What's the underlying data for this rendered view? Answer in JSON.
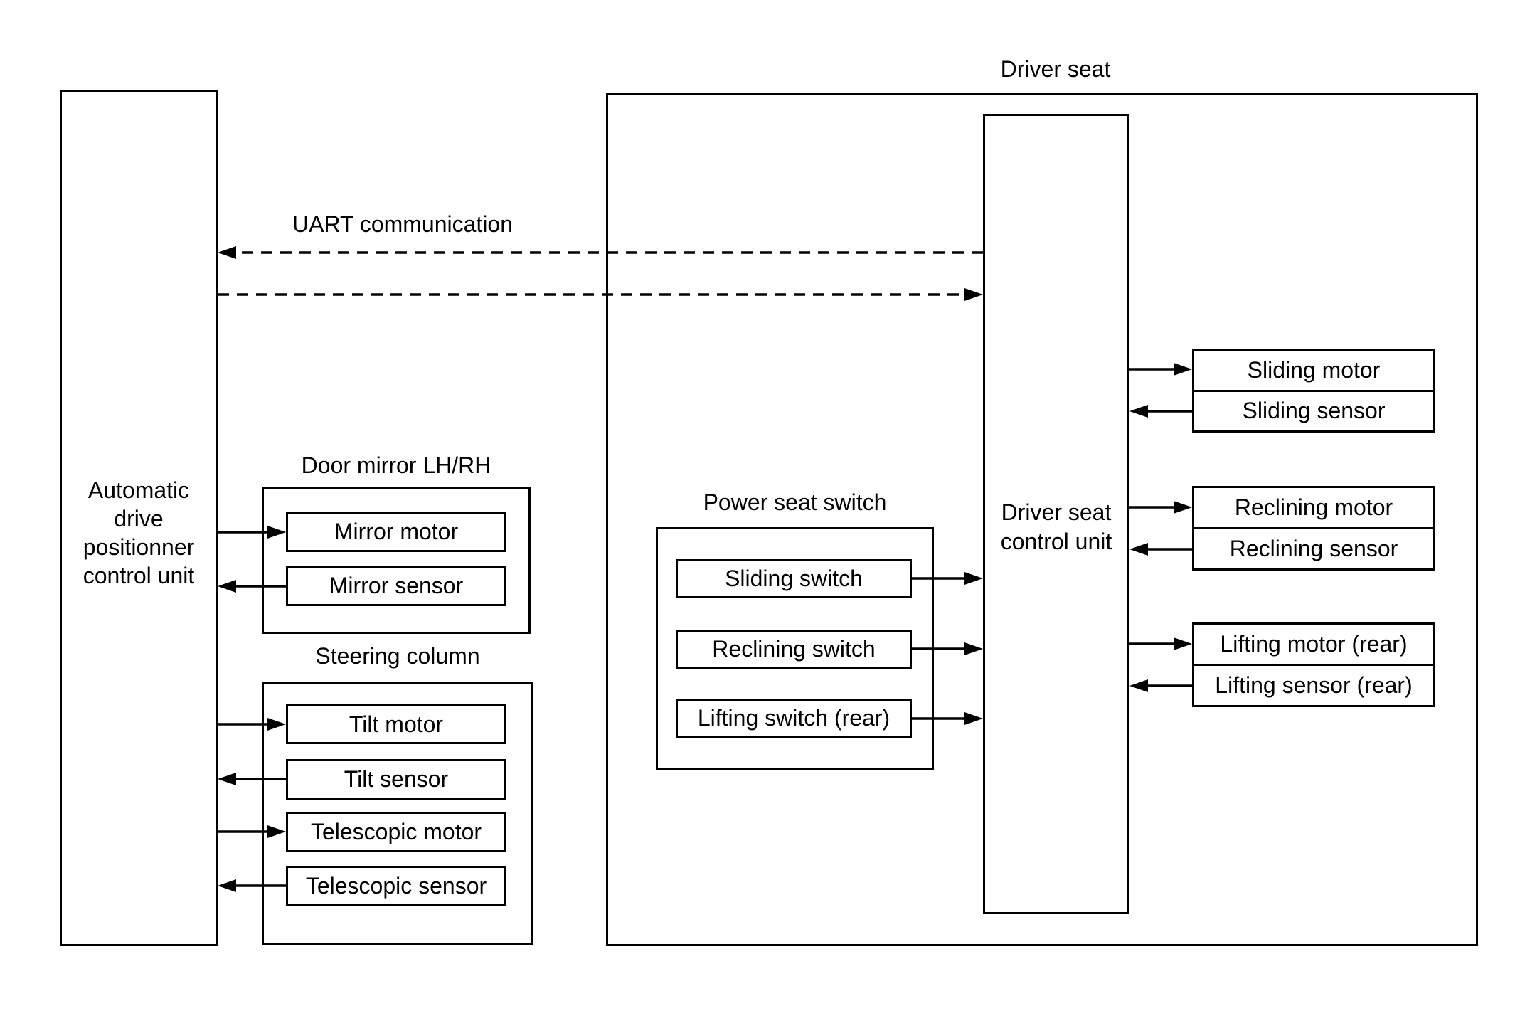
{
  "diagram": {
    "colors": {
      "line": "#000000",
      "background": "#ffffff"
    },
    "driver_seat_area_label": "Driver seat",
    "uart_label": "UART communication",
    "left_unit_label": "Automatic\ndrive\npositionner\ncontrol unit",
    "control_unit_label": "Driver seat\ncontrol unit",
    "door_mirror": {
      "title": "Door mirror LH/RH",
      "motor": "Mirror motor",
      "sensor": "Mirror sensor"
    },
    "steering_column": {
      "title": "Steering column",
      "tilt_motor": "Tilt motor",
      "tilt_sensor": "Tilt sensor",
      "telescopic_motor": "Telescopic motor",
      "telescopic_sensor": "Telescopic sensor"
    },
    "power_seat_switch": {
      "title": "Power seat switch",
      "sliding": "Sliding switch",
      "reclining": "Reclining switch",
      "lifting": "Lifting switch (rear)"
    },
    "actuators": {
      "sliding_motor": "Sliding motor",
      "sliding_sensor": "Sliding sensor",
      "reclining_motor": "Reclining motor",
      "reclining_sensor": "Reclining sensor",
      "lifting_motor": "Lifting motor (rear)",
      "lifting_sensor": "Lifting sensor (rear)"
    },
    "connections": [
      {
        "from": "driver-seat-control-unit",
        "to": "automatic-drive-positionner-control-unit",
        "label": "UART communication",
        "style": "dashed"
      },
      {
        "from": "automatic-drive-positionner-control-unit",
        "to": "driver-seat-control-unit",
        "label": "UART communication",
        "style": "dashed"
      },
      {
        "from": "automatic-drive-positionner-control-unit",
        "to": "mirror-motor",
        "style": "solid"
      },
      {
        "from": "mirror-sensor",
        "to": "automatic-drive-positionner-control-unit",
        "style": "solid"
      },
      {
        "from": "automatic-drive-positionner-control-unit",
        "to": "tilt-motor",
        "style": "solid"
      },
      {
        "from": "tilt-sensor",
        "to": "automatic-drive-positionner-control-unit",
        "style": "solid"
      },
      {
        "from": "automatic-drive-positionner-control-unit",
        "to": "telescopic-motor",
        "style": "solid"
      },
      {
        "from": "telescopic-sensor",
        "to": "automatic-drive-positionner-control-unit",
        "style": "solid"
      },
      {
        "from": "sliding-switch",
        "to": "driver-seat-control-unit",
        "style": "solid"
      },
      {
        "from": "reclining-switch",
        "to": "driver-seat-control-unit",
        "style": "solid"
      },
      {
        "from": "lifting-switch-rear",
        "to": "driver-seat-control-unit",
        "style": "solid"
      },
      {
        "from": "driver-seat-control-unit",
        "to": "sliding-motor",
        "style": "solid"
      },
      {
        "from": "sliding-sensor",
        "to": "driver-seat-control-unit",
        "style": "solid"
      },
      {
        "from": "driver-seat-control-unit",
        "to": "reclining-motor",
        "style": "solid"
      },
      {
        "from": "reclining-sensor",
        "to": "driver-seat-control-unit",
        "style": "solid"
      },
      {
        "from": "driver-seat-control-unit",
        "to": "lifting-motor-rear",
        "style": "solid"
      },
      {
        "from": "lifting-sensor-rear",
        "to": "driver-seat-control-unit",
        "style": "solid"
      }
    ]
  }
}
